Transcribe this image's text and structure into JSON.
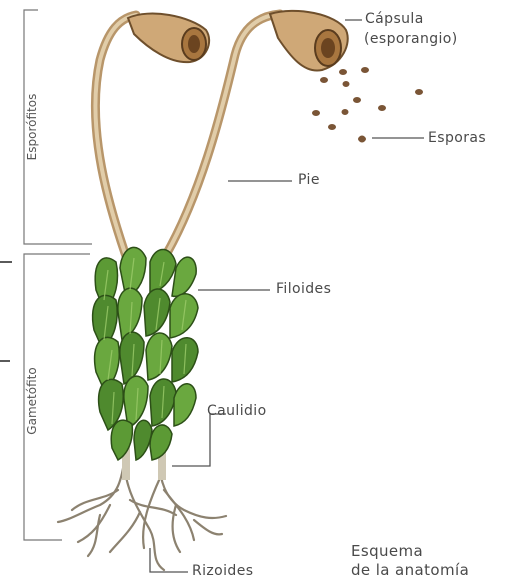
{
  "diagram": {
    "labels": {
      "capsula_line1": "Cápsula",
      "capsula_line2": "(esporangio)",
      "esporas": "Esporas",
      "pie": "Pie",
      "filoides": "Filoides",
      "caulidio": "Caulidio",
      "rizoides": "Rizoides",
      "esporofitos": "Esporófitos",
      "gametofito": "Gametófito",
      "caption_line1": "Esquema",
      "caption_line2": "de la anatomía"
    },
    "colors": {
      "leaf": "#4f8a2e",
      "leaf_dark": "#2f5e1c",
      "leaf_light": "#8cbd5a",
      "stalk": "#c9ad86",
      "capsule": "#c49a66",
      "root": "#8c8270",
      "spore": "#7a5536",
      "line": "#555555"
    }
  }
}
